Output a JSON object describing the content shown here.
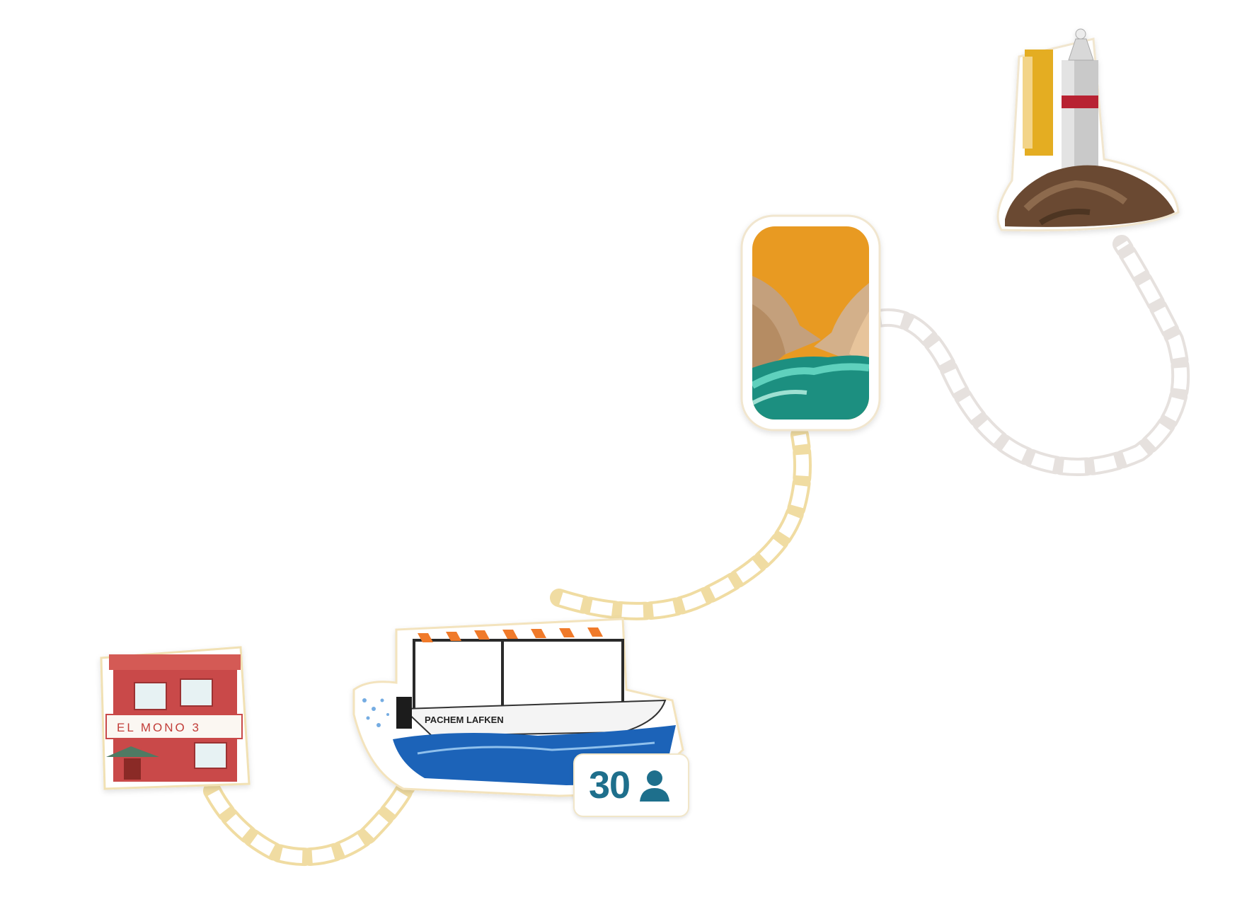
{
  "path": {
    "stops": [
      {
        "name": "El Mono 3",
        "sign_text": "EL MONO 3",
        "visited": true
      },
      {
        "name": "Boat",
        "hull_text": "PACHEM LAFKEN",
        "visited": true
      },
      {
        "name": "Canyon",
        "visited": false
      },
      {
        "name": "Lighthouse",
        "visited": false
      }
    ],
    "colors": {
      "visited_link": "#f0dca2",
      "unvisited_link": "#e6e1de",
      "sky": "#e89a24",
      "water": "#1a8f80",
      "building": "#c94a48",
      "boat_water": "#1c63b8",
      "rock": "#6a4a33",
      "lighthouse_band": "#b82030"
    }
  },
  "boat_capacity": {
    "count": "30",
    "icon": "person-icon",
    "color": "#1e6f8c"
  }
}
